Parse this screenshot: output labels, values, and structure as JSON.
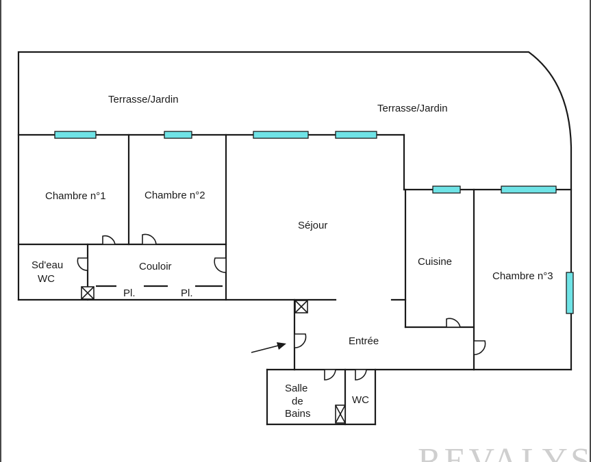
{
  "rooms": {
    "terrace_left": "Terrasse/Jardin",
    "terrace_right": "Terrasse/Jardin",
    "bedroom1": "Chambre n°1",
    "bedroom2": "Chambre n°2",
    "living": "Séjour",
    "kitchen": "Cuisine",
    "bedroom3": "Chambre n°3",
    "shower_line1": "Sd'eau",
    "shower_line2": "WC",
    "corridor": "Couloir",
    "closet1": "Pl.",
    "closet2": "Pl.",
    "entrance": "Entrée",
    "bath_line1": "Salle",
    "bath_line2": "de",
    "bath_line3": "Bains",
    "wc": "WC"
  },
  "watermark": "REVALYS",
  "colors": {
    "window": "#6fe3e6",
    "wall": "#1a1a1a",
    "watermark": "#cfcfcf"
  }
}
